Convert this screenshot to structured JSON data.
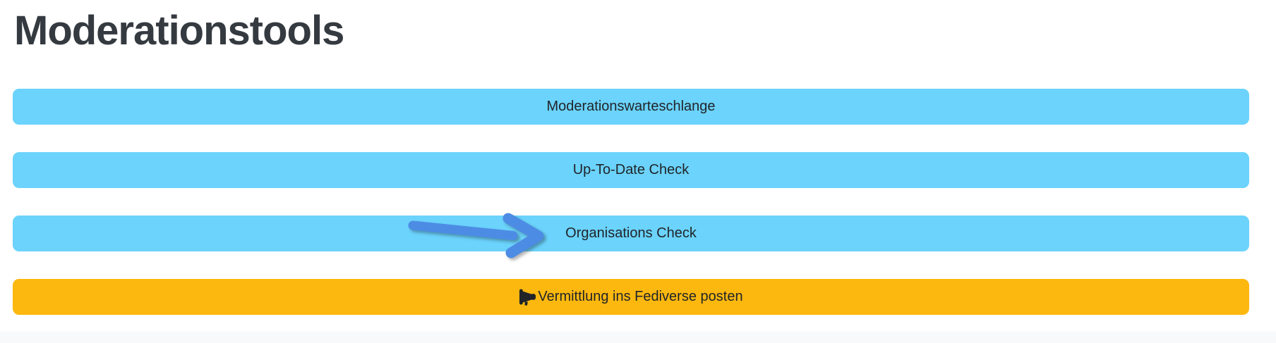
{
  "heading": {
    "title": "Moderationstools"
  },
  "buttons": {
    "moderation_queue": {
      "label": "Moderationswarteschlange"
    },
    "up_to_date_check": {
      "label": "Up-To-Date Check"
    },
    "organisations_check": {
      "label": "Organisations Check"
    },
    "post_fediverse": {
      "label": "Vermittlung ins Fediverse posten",
      "icon": "megaphone-icon"
    }
  },
  "annotation": {
    "type": "hand-drawn-arrow",
    "points_to": "Organisations Check",
    "color": "#4d8ce4"
  },
  "colors": {
    "page_bg": "#ffffff",
    "heading_text": "#343a40",
    "button_text": "#212529",
    "info_bg": "#6bd3fc",
    "warning_bg": "#fdb80f",
    "arrow": "#4d8ce4",
    "footer_bg": "#f8f9fa"
  }
}
